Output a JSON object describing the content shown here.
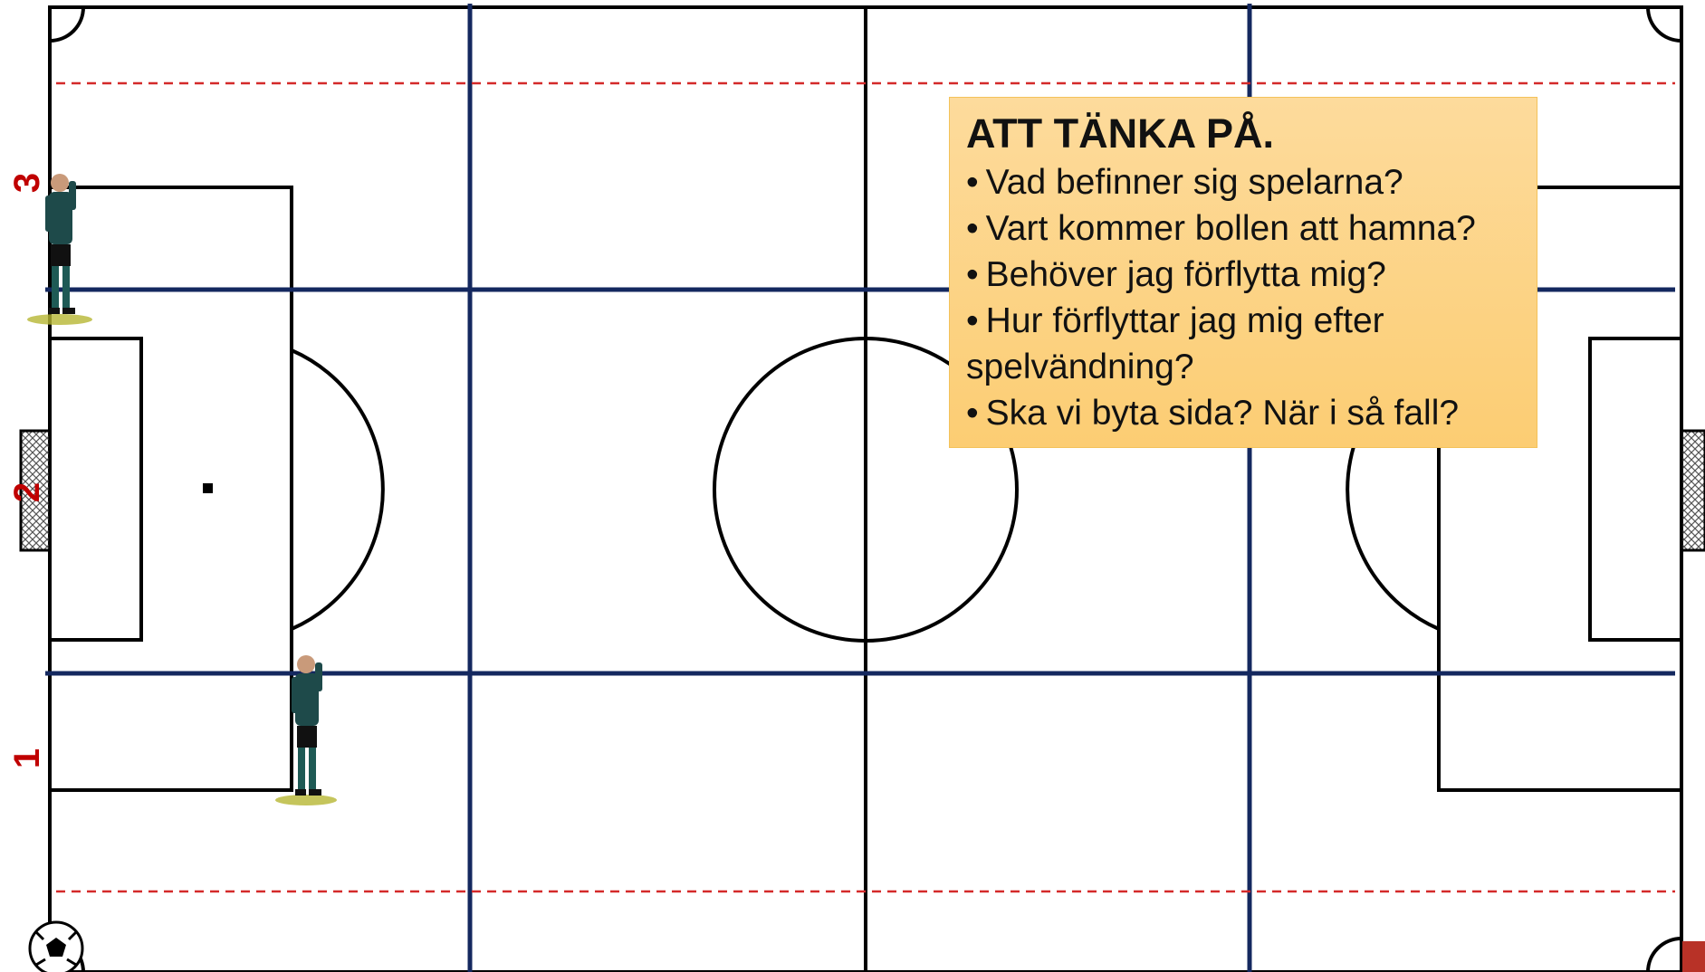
{
  "pitch": {
    "line_color": "#000000",
    "grid_color": "#14285f",
    "offside_color": "#d42a2a",
    "zone_color": "#c00000"
  },
  "zones": [
    {
      "label": "3"
    },
    {
      "label": "2"
    },
    {
      "label": "1"
    }
  ],
  "note": {
    "title": "ATT TÄNKA PÅ.",
    "bullet": "•",
    "items": [
      "Vad befinner sig spelarna?",
      "Vart kommer bollen att hamna?",
      "Behöver jag förflytta mig?",
      "Hur förflyttar jag mig efter spelvändning?",
      "Ska vi byta sida? När i så fall?"
    ],
    "background": "#fdd58a"
  },
  "figures": [
    {
      "name": "assistant-referee-top",
      "kind": "referee"
    },
    {
      "name": "assistant-referee-bottom",
      "kind": "referee"
    },
    {
      "name": "soccer-ball",
      "kind": "ball"
    }
  ]
}
